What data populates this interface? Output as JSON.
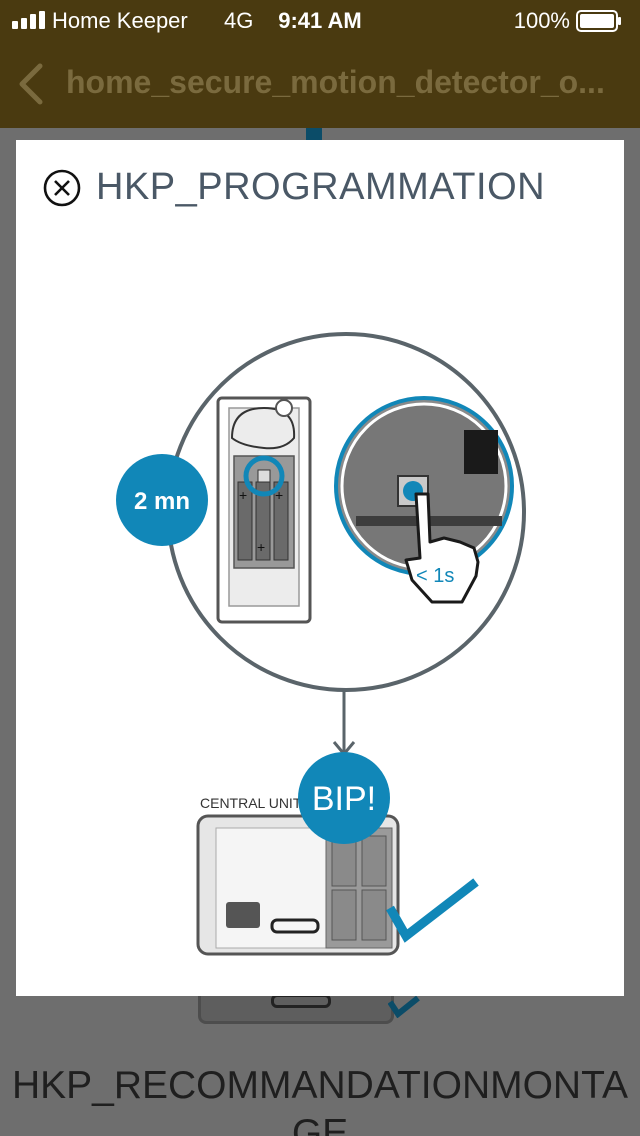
{
  "status_bar": {
    "carrier": "Home Keeper",
    "network": "4G",
    "time": "9:41 AM",
    "battery_percent": "100%"
  },
  "nav": {
    "title": "home_secure_motion_detector_o..."
  },
  "modal": {
    "title": "HKP_PROGRAMMATION",
    "illustration": {
      "timer_badge": "2 mn",
      "press_duration": "< 1s",
      "device_label": "CENTRAL UNIT",
      "beep_badge": "BIP!"
    }
  },
  "background": {
    "heading_line1": "HKP_RECOMMANDATIONMONTA",
    "heading_line2": "GE"
  },
  "colors": {
    "status_bg": "#4a3a10",
    "accent_blue": "#1187b8",
    "title_gray": "#4a5866"
  }
}
